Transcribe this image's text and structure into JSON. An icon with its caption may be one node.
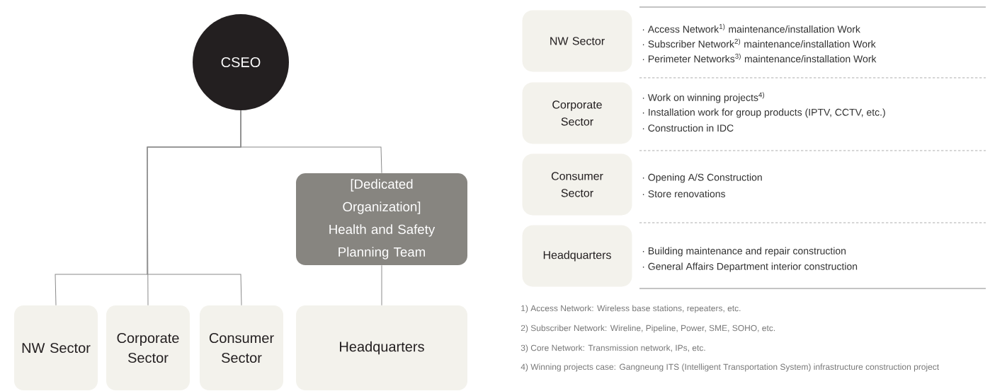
{
  "diagram": {
    "nodes": [
      {
        "text": [
          "CSEO"
        ]
      },
      {
        "text": [
          "[Dedicated Organization] Health and Safety Planning Team"
        ]
      },
      {
        "text": [
          "NW Sector"
        ]
      },
      {
        "text": [
          "Corporate Sector"
        ]
      },
      {
        "text": [
          "Consumer Sector"
        ]
      },
      {
        "text": [
          "Headquarters"
        ]
      },
      {
        "text": [
          "NW Sector"
        ]
      },
      {
        "text": [
          "Corporate Sector"
        ]
      },
      {
        "text": [
          "Consumer Sector"
        ]
      },
      {
        "text": [
          "Headquarters"
        ]
      }
    ],
    "edges": [
      {
        "from": 0,
        "to": 2,
        "arrow": "none"
      },
      {
        "from": 0,
        "to": 3,
        "arrow": "none"
      },
      {
        "from": 0,
        "to": 4,
        "arrow": "none"
      },
      {
        "from": 0,
        "to": 1,
        "arrow": "none"
      },
      {
        "from": 1,
        "to": 5,
        "arrow": "none"
      }
    ],
    "labels": [
      "· Access Network$^{1)}$ maintenance/installation Work",
      "· Subscriber Network$^{2)}$ maintenance/installation Work",
      "· Perimeter Networks$^{3)}$ maintenance/installation Work",
      "· Work on winning projects$^{4)}$",
      "· Installation work for group products (IPTV, CCTV, etc.)",
      "· Construction in IDC",
      "· Opening A/S Construction",
      "· Store renovations",
      "· Building maintenance and repair construction",
      "· General Affairs Department interior construction",
      "1) Access Network: Wireless base stations, repeaters, etc.",
      "2) Subscriber Network: Wireline, Pipeline, Power, SME, SOHO, etc.",
      "3) Core Network: Transmission network, IPs, etc.",
      "4) Winning projects case: Gangneung ITS (Intelligent Transportation System) infrastructure construction project"
    ]
  }
}
